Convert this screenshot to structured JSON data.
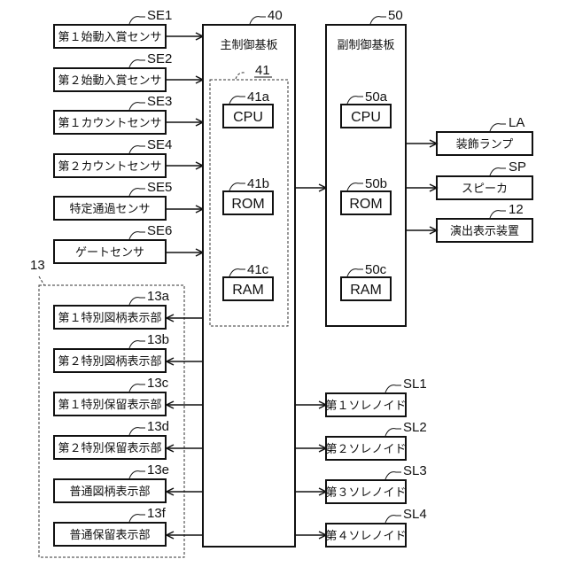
{
  "diagram": {
    "sensors": [
      {
        "ref": "SE1",
        "label": "第１始動入賞センサ"
      },
      {
        "ref": "SE2",
        "label": "第２始動入賞センサ"
      },
      {
        "ref": "SE3",
        "label": "第１カウントセンサ"
      },
      {
        "ref": "SE4",
        "label": "第２カウントセンサ"
      },
      {
        "ref": "SE5",
        "label": "特定通過センサ"
      },
      {
        "ref": "SE6",
        "label": "ゲートセンサ"
      }
    ],
    "display_group": {
      "ref": "13",
      "items": [
        {
          "ref": "13a",
          "label": "第１特別図柄表示部"
        },
        {
          "ref": "13b",
          "label": "第２特別図柄表示部"
        },
        {
          "ref": "13c",
          "label": "第１特別保留表示部"
        },
        {
          "ref": "13d",
          "label": "第２特別保留表示部"
        },
        {
          "ref": "13e",
          "label": "普通図柄表示部"
        },
        {
          "ref": "13f",
          "label": "普通保留表示部"
        }
      ]
    },
    "main_board": {
      "ref": "40",
      "title": "主制御基板",
      "microcomputer_ref": "41",
      "components": [
        {
          "ref": "41a",
          "label": "CPU"
        },
        {
          "ref": "41b",
          "label": "ROM"
        },
        {
          "ref": "41c",
          "label": "RAM"
        }
      ]
    },
    "sub_board": {
      "ref": "50",
      "title": "副制御基板",
      "components": [
        {
          "ref": "50a",
          "label": "CPU"
        },
        {
          "ref": "50b",
          "label": "ROM"
        },
        {
          "ref": "50c",
          "label": "RAM"
        }
      ]
    },
    "sub_outputs": [
      {
        "ref": "LA",
        "label": "装飾ランプ"
      },
      {
        "ref": "SP",
        "label": "スピーカ"
      },
      {
        "ref": "12",
        "label": "演出表示装置"
      }
    ],
    "solenoids": [
      {
        "ref": "SL1",
        "label": "第１ソレノイド"
      },
      {
        "ref": "SL2",
        "label": "第２ソレノイド"
      },
      {
        "ref": "SL3",
        "label": "第３ソレノイド"
      },
      {
        "ref": "SL4",
        "label": "第４ソレノイド"
      }
    ]
  }
}
